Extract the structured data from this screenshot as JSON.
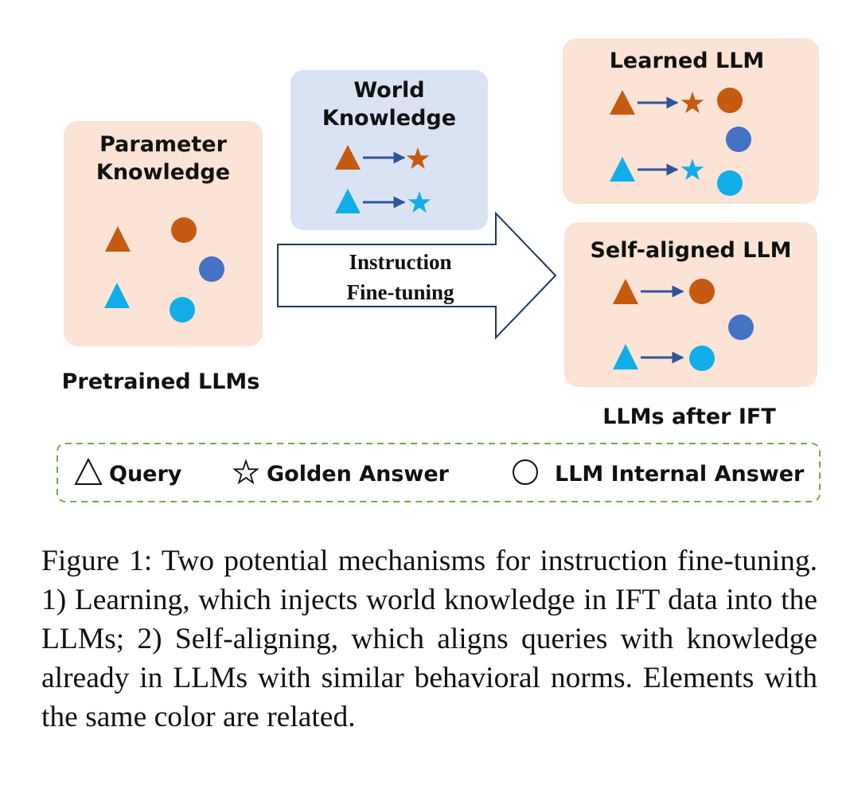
{
  "colors": {
    "orange_panel": "#fbe3d5",
    "blue_panel": "#dae3f3",
    "orange_mark": "#c55a11",
    "light_blue_mark": "#12aee9",
    "dark_blue_mark": "#4472c4",
    "arrow_line": "#2f5597",
    "legend_border": "#70ad47"
  },
  "panels": {
    "parameter_knowledge": {
      "title_line1": "Parameter",
      "title_line2": "Knowledge"
    },
    "world_knowledge": {
      "title_line1": "World",
      "title_line2": "Knowledge"
    },
    "learned_llm": {
      "title": "Learned LLM"
    },
    "self_aligned_llm": {
      "title": "Self-aligned LLM"
    }
  },
  "labels": {
    "pretrained": "Pretrained LLMs",
    "after_ift": "LLMs after IFT",
    "arrow_line1": "Instruction",
    "arrow_line2": "Fine-tuning"
  },
  "legend": {
    "query": "Query",
    "golden_answer": "Golden Answer",
    "internal_answer": "LLM Internal Answer"
  },
  "icons": {
    "query": "triangle-icon",
    "golden_answer": "star-icon",
    "internal_answer": "circle-icon"
  },
  "caption": "Figure 1: Two potential mechanisms for instruction fine-tuning. 1) Learning, which injects world knowledge in IFT data into the LLMs; 2) Self-aligning, which aligns queries with knowledge already in LLMs with similar behavioral norms.  Elements with the same color are related."
}
